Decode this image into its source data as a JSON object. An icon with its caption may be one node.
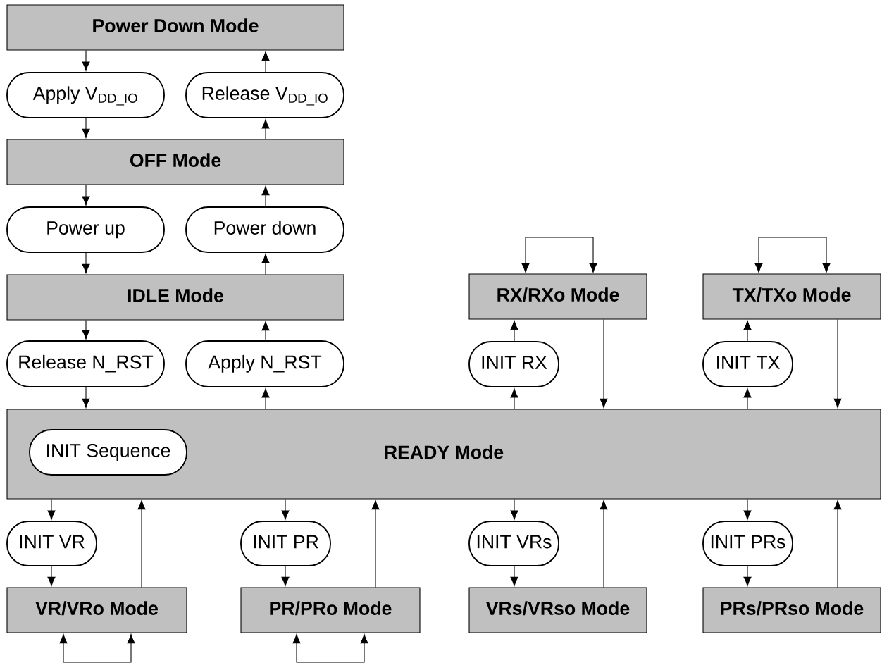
{
  "diagram": {
    "nodes": [
      {
        "text": [
          "Power Down Mode"
        ]
      },
      {
        "text": [
          "Apply V$_{DD_IO}$"
        ]
      },
      {
        "text": [
          "Release V$_{DD_IO}$"
        ]
      },
      {
        "text": [
          "OFF Mode"
        ]
      },
      {
        "text": [
          "Power up"
        ]
      },
      {
        "text": [
          "Power down"
        ]
      },
      {
        "text": [
          "IDLE Mode"
        ]
      },
      {
        "text": [
          "Release N_RST"
        ]
      },
      {
        "text": [
          "Apply N_RST"
        ]
      },
      {
        "text": [
          "READY Mode"
        ]
      },
      {
        "text": [
          "INIT Sequence"
        ],
        "in": 9
      },
      {
        "text": [
          "RX/RXo Mode"
        ]
      },
      {
        "text": [
          "TX/TXo Mode"
        ]
      },
      {
        "text": [
          "INIT RX"
        ]
      },
      {
        "text": [
          "INIT TX"
        ]
      },
      {
        "text": [
          "INIT VR"
        ]
      },
      {
        "text": [
          "INIT PR"
        ]
      },
      {
        "text": [
          "INIT VRs"
        ]
      },
      {
        "text": [
          "INIT PRs"
        ]
      },
      {
        "text": [
          "VR/VRo Mode"
        ]
      },
      {
        "text": [
          "PR/PRo Mode"
        ]
      },
      {
        "text": [
          "VRs/VRso Mode"
        ]
      },
      {
        "text": [
          "PRs/PRso Mode"
        ]
      }
    ],
    "edges": [
      {
        "from": 0,
        "to": 1,
        "arrow": "to"
      },
      {
        "from": 1,
        "to": 3,
        "arrow": "to"
      },
      {
        "from": 3,
        "to": 2,
        "arrow": "to"
      },
      {
        "from": 2,
        "to": 0,
        "arrow": "to"
      },
      {
        "from": 3,
        "to": 4,
        "arrow": "to"
      },
      {
        "from": 4,
        "to": 6,
        "arrow": "to"
      },
      {
        "from": 6,
        "to": 5,
        "arrow": "to"
      },
      {
        "from": 5,
        "to": 3,
        "arrow": "to"
      },
      {
        "from": 6,
        "to": 7,
        "arrow": "to"
      },
      {
        "from": 7,
        "to": 9,
        "arrow": "to"
      },
      {
        "from": 9,
        "to": 8,
        "arrow": "to"
      },
      {
        "from": 8,
        "to": 6,
        "arrow": "to"
      },
      {
        "from": 9,
        "to": 13,
        "arrow": "to"
      },
      {
        "from": 13,
        "to": 11,
        "arrow": "to"
      },
      {
        "from": 11,
        "to": 11,
        "arrow": "both"
      },
      {
        "from": 11,
        "to": 9,
        "arrow": "to"
      },
      {
        "from": 9,
        "to": 14,
        "arrow": "to"
      },
      {
        "from": 14,
        "to": 12,
        "arrow": "to"
      },
      {
        "from": 12,
        "to": 12,
        "arrow": "both"
      },
      {
        "from": 12,
        "to": 9,
        "arrow": "to"
      },
      {
        "from": 9,
        "to": 15,
        "arrow": "to"
      },
      {
        "from": 15,
        "to": 19,
        "arrow": "to"
      },
      {
        "from": 19,
        "to": 9,
        "arrow": "to"
      },
      {
        "from": 19,
        "to": 19,
        "arrow": "both"
      },
      {
        "from": 9,
        "to": 16,
        "arrow": "to"
      },
      {
        "from": 16,
        "to": 20,
        "arrow": "to"
      },
      {
        "from": 20,
        "to": 9,
        "arrow": "to"
      },
      {
        "from": 20,
        "to": 20,
        "arrow": "both"
      },
      {
        "from": 9,
        "to": 17,
        "arrow": "to"
      },
      {
        "from": 17,
        "to": 21,
        "arrow": "to"
      },
      {
        "from": 21,
        "to": 9,
        "arrow": "to"
      },
      {
        "from": 9,
        "to": 18,
        "arrow": "to"
      },
      {
        "from": 18,
        "to": 22,
        "arrow": "to"
      },
      {
        "from": 22,
        "to": 9,
        "arrow": "to"
      }
    ]
  }
}
